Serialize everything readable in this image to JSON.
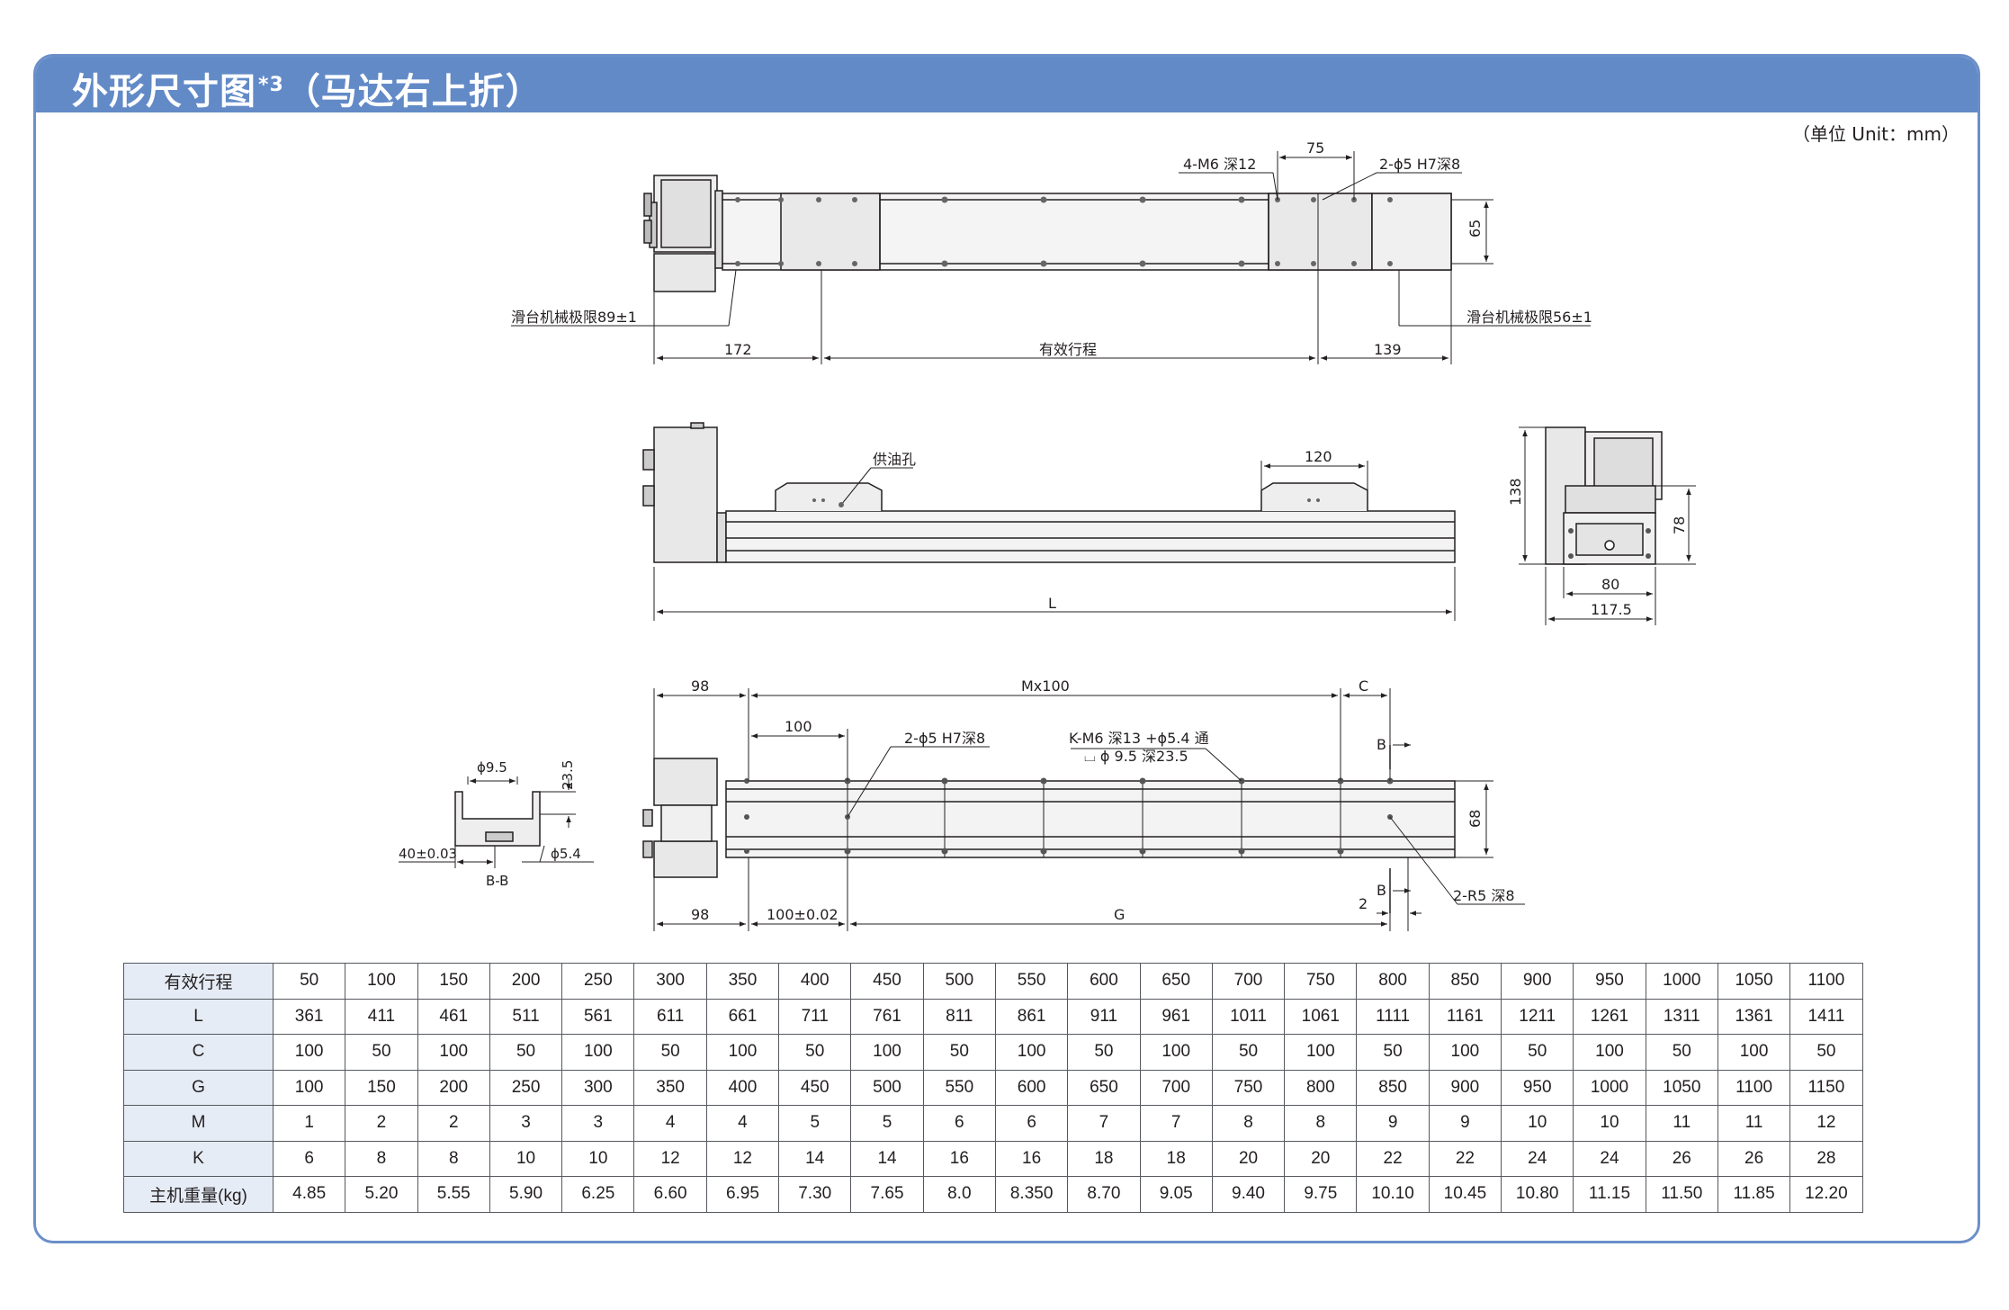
{
  "header": {
    "title": "外形尺寸图",
    "title_sup": "*3",
    "title_suffix": "（马达右上折）",
    "unit_note": "（单位 Unit：mm）"
  },
  "colors": {
    "title_bar": "#628ac7",
    "table_header": "#e6ecf6",
    "border": "#6b8fc9"
  },
  "drawing": {
    "top": {
      "label_tap": "4-M6 深12",
      "label_pin": "2-ϕ5 H7深8",
      "dim_75": "75",
      "dim_65": "65",
      "label_limit_left": "滑台机械极限89±1",
      "label_limit_right": "滑台机械极限56±1",
      "dim_172": "172",
      "dim_stroke": "有效行程",
      "dim_139": "139"
    },
    "front": {
      "label_oil": "供油孔",
      "dim_120": "120",
      "dim_L": "L"
    },
    "side": {
      "dim_138": "138",
      "dim_78": "78",
      "dim_80": "80",
      "dim_117": "117.5"
    },
    "section": {
      "dim_9_5": "ϕ9.5",
      "dim_23_5": "23.5",
      "dim_40": "40±0.03",
      "dim_5_4": "ϕ5.4",
      "label": "B-B"
    },
    "bottom": {
      "dim_98_top": "98",
      "dim_mx100": "Mx100",
      "dim_C": "C",
      "dim_100": "100",
      "label_pin": "2-ϕ5 H7深8",
      "label_k1": "K-M6 深13 +ϕ5.4 通",
      "label_k2": "⌴ ϕ 9.5 深23.5",
      "label_B_top": "B",
      "dim_68": "68",
      "label_B_bottom": "B",
      "label_r5": "2-R5 深8",
      "dim_98_bottom": "98",
      "dim_100_tol": "100±0.02",
      "dim_G": "G",
      "dim_2": "2"
    }
  },
  "table": {
    "rows": [
      {
        "label": "有效行程",
        "values": [
          "50",
          "100",
          "150",
          "200",
          "250",
          "300",
          "350",
          "400",
          "450",
          "500",
          "550",
          "600",
          "650",
          "700",
          "750",
          "800",
          "850",
          "900",
          "950",
          "1000",
          "1050",
          "1100"
        ]
      },
      {
        "label": "L",
        "values": [
          "361",
          "411",
          "461",
          "511",
          "561",
          "611",
          "661",
          "711",
          "761",
          "811",
          "861",
          "911",
          "961",
          "1011",
          "1061",
          "1111",
          "1161",
          "1211",
          "1261",
          "1311",
          "1361",
          "1411"
        ]
      },
      {
        "label": "C",
        "values": [
          "100",
          "50",
          "100",
          "50",
          "100",
          "50",
          "100",
          "50",
          "100",
          "50",
          "100",
          "50",
          "100",
          "50",
          "100",
          "50",
          "100",
          "50",
          "100",
          "50",
          "100",
          "50"
        ]
      },
      {
        "label": "G",
        "values": [
          "100",
          "150",
          "200",
          "250",
          "300",
          "350",
          "400",
          "450",
          "500",
          "550",
          "600",
          "650",
          "700",
          "750",
          "800",
          "850",
          "900",
          "950",
          "1000",
          "1050",
          "1100",
          "1150"
        ]
      },
      {
        "label": "M",
        "values": [
          "1",
          "2",
          "2",
          "3",
          "3",
          "4",
          "4",
          "5",
          "5",
          "6",
          "6",
          "7",
          "7",
          "8",
          "8",
          "9",
          "9",
          "10",
          "10",
          "11",
          "11",
          "12"
        ]
      },
      {
        "label": "K",
        "values": [
          "6",
          "8",
          "8",
          "10",
          "10",
          "12",
          "12",
          "14",
          "14",
          "16",
          "16",
          "18",
          "18",
          "20",
          "20",
          "22",
          "22",
          "24",
          "24",
          "26",
          "26",
          "28"
        ]
      },
      {
        "label": "主机重量(kg)",
        "values": [
          "4.85",
          "5.20",
          "5.55",
          "5.90",
          "6.25",
          "6.60",
          "6.95",
          "7.30",
          "7.65",
          "8.0",
          "8.350",
          "8.70",
          "9.05",
          "9.40",
          "9.75",
          "10.10",
          "10.45",
          "10.80",
          "11.15",
          "11.50",
          "11.85",
          "12.20"
        ]
      }
    ]
  }
}
